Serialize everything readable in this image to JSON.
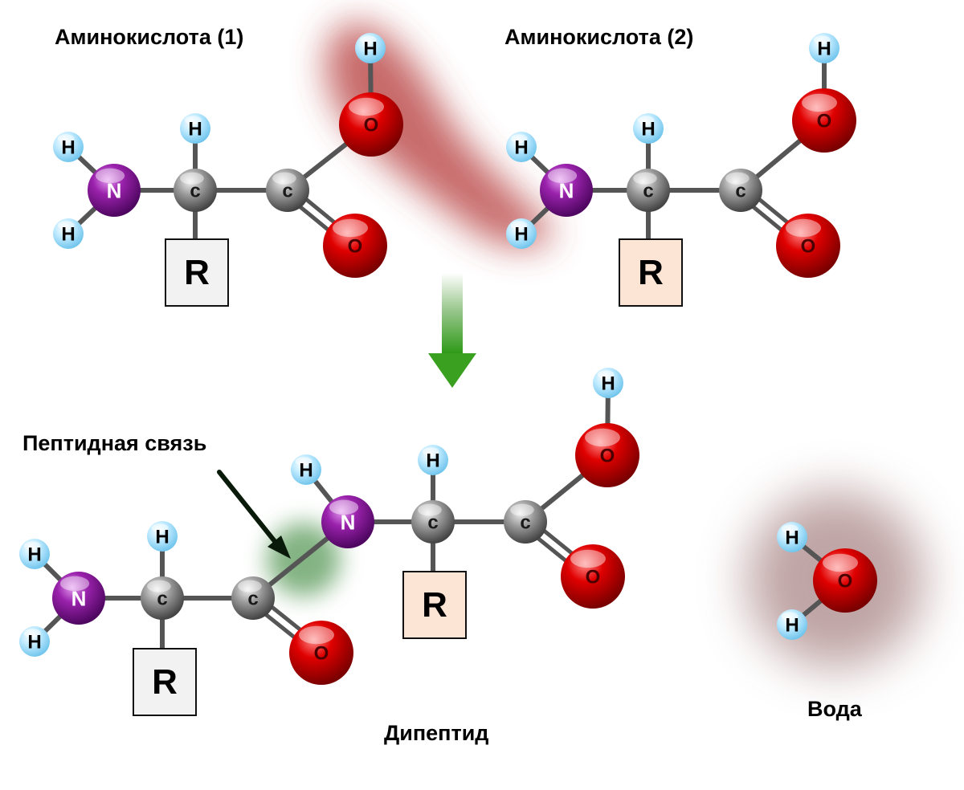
{
  "labels": {
    "amino1": "Аминокислота (1)",
    "amino2": "Аминокислота (2)",
    "peptide_bond": "Пептидная связь",
    "dipeptide": "Дипептид",
    "water": "Вода"
  },
  "elements": {
    "H": "H",
    "N": "N",
    "C": "c",
    "O": "O",
    "R": "R"
  },
  "colors": {
    "hydrogen": "#8fd8f8",
    "nitrogen": "#8a1a9a",
    "carbon": "#8a8a8a",
    "oxygen": "#d00000",
    "r_box_1": "#f2f2f2",
    "r_box_2": "#fde5d6",
    "arrow": "#3aa020",
    "removed_group_glow": "#b03030",
    "peptide_bond_glow": "#5a9a5a",
    "water_glow": "#8a5a5a"
  }
}
